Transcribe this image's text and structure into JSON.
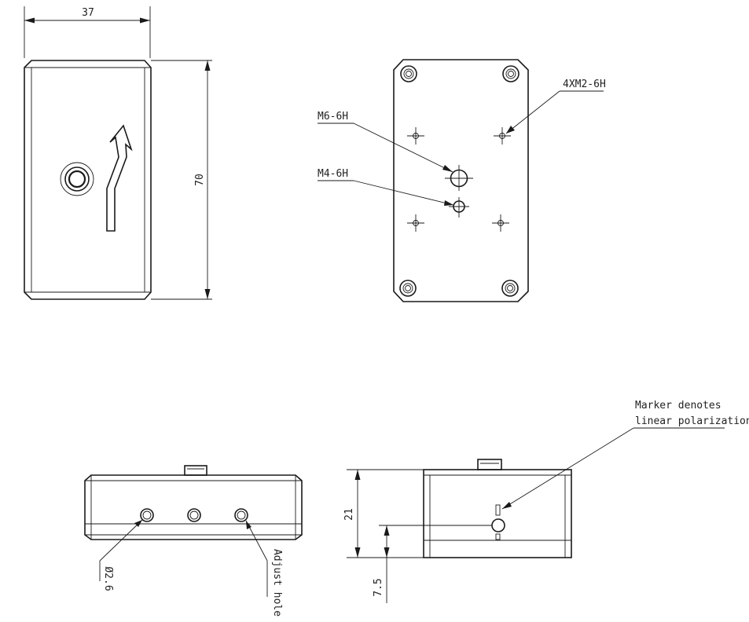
{
  "drawing": {
    "front_view": {
      "width_dim": "37",
      "height_dim": "70"
    },
    "back_view": {
      "callout_mount_m6": "M6-6H",
      "callout_mount_m4": "M4-6H",
      "callout_corner_holes": "4XM2-6H"
    },
    "side_view": {
      "hole_diameter": "Ø2.6",
      "adjust_hole": "Adjust hole"
    },
    "end_view": {
      "height_dim": "21",
      "offset_dim": "7.5",
      "marker_note_line1": "Marker denotes",
      "marker_note_line2": "linear polarization"
    }
  }
}
